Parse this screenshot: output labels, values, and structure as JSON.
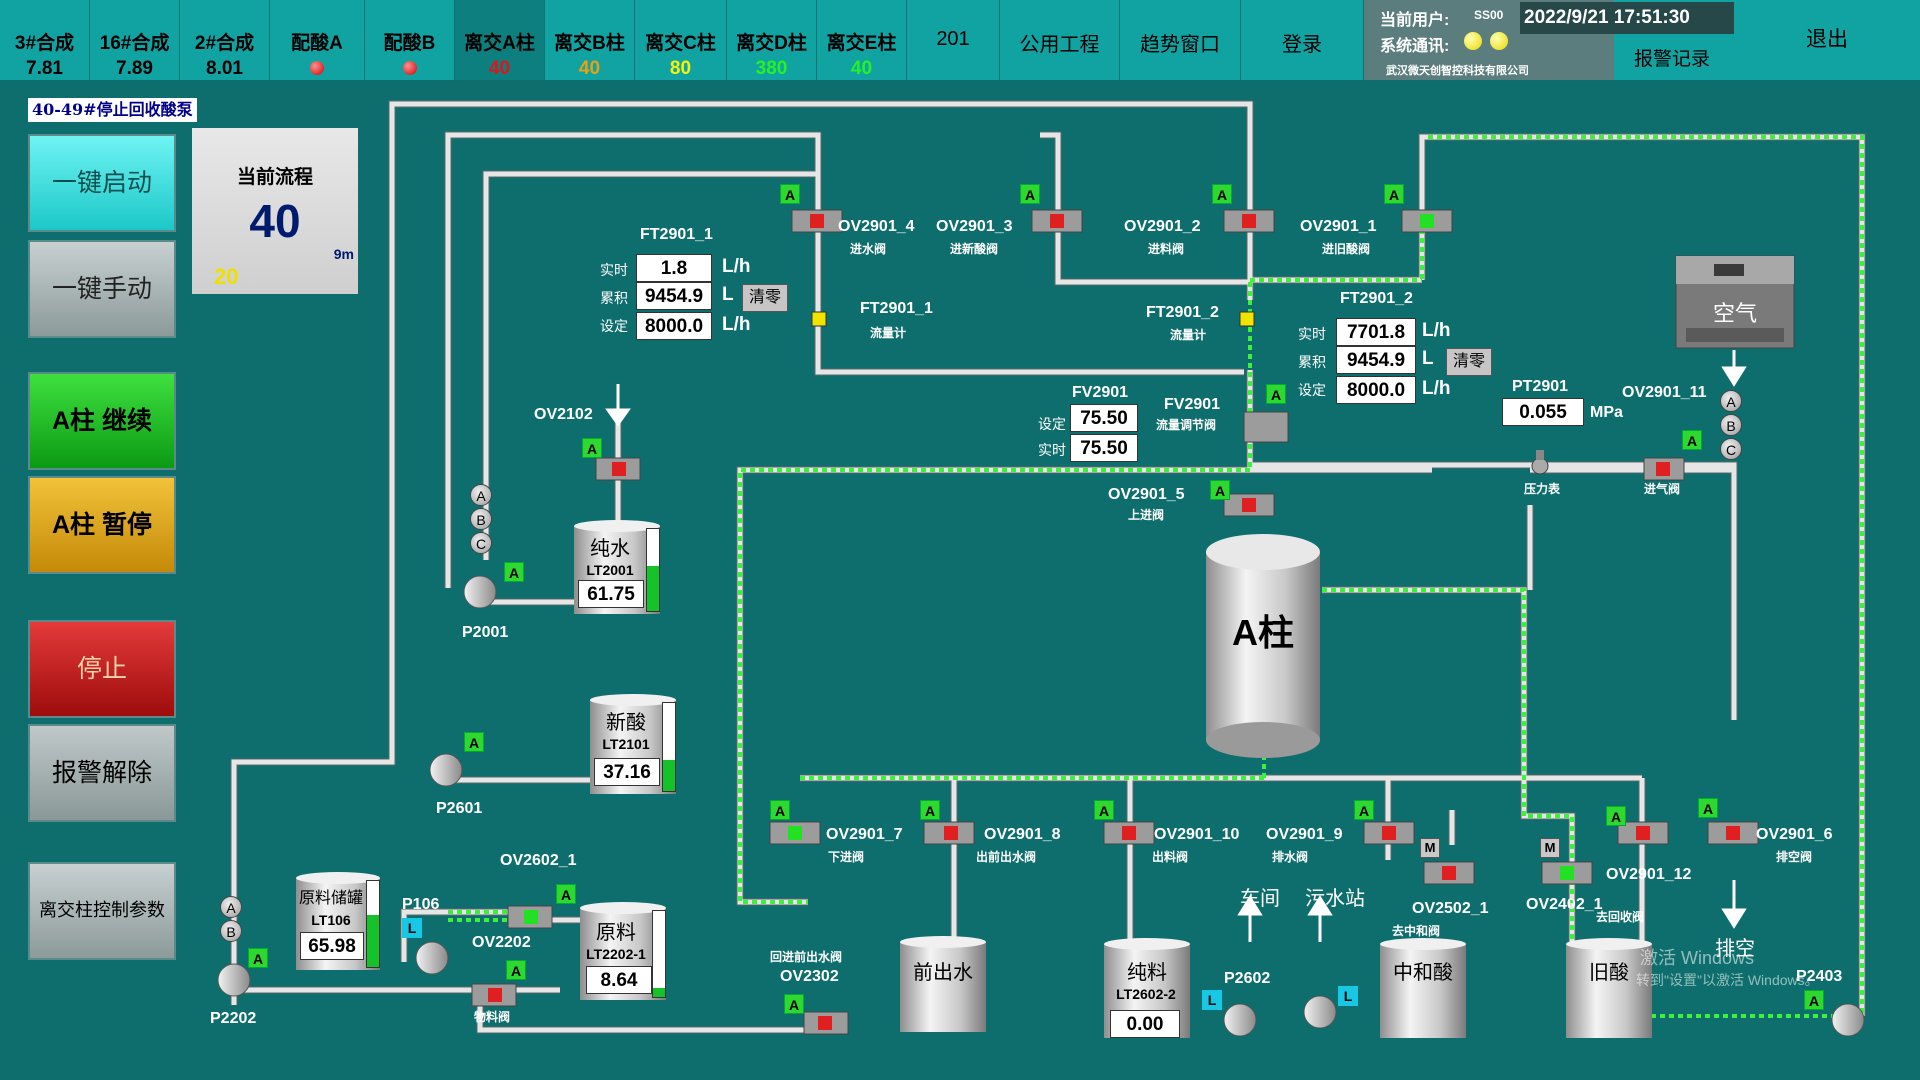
{
  "tabs": [
    {
      "label": "3#合成",
      "value": "7.81"
    },
    {
      "label": "16#合成",
      "value": "7.89"
    },
    {
      "label": "2#合成",
      "value": "8.01"
    },
    {
      "label": "配酸A"
    },
    {
      "label": "配酸B"
    },
    {
      "label": "离交A柱",
      "value": "40",
      "color": "#e0141b"
    },
    {
      "label": "离交B柱",
      "value": "40",
      "color": "#e8a112"
    },
    {
      "label": "离交C柱",
      "value": "80",
      "color": "#f2f20f"
    },
    {
      "label": "离交D柱",
      "value": "380",
      "color": "#25f225"
    },
    {
      "label": "离交E柱",
      "value": "40",
      "color": "#25f225"
    },
    {
      "label": "201"
    },
    {
      "label": "公用工程"
    },
    {
      "label": "趋势窗口"
    },
    {
      "label": "登录"
    }
  ],
  "header": {
    "user_label": "当前用户:",
    "user_value": "SS00",
    "comm_label": "系统通讯:",
    "company": "武汉微天创智控科技有限公司",
    "datetime": "2022/9/21 17:51:30",
    "alarm_record": "报警记录",
    "exit": "退出"
  },
  "status_text": "40-49#停止回收酸泵",
  "buttons": {
    "start": "一键启动",
    "manual": "一键手动",
    "continue": "A柱 继续",
    "pause": "A柱 暂停",
    "stop": "停止",
    "alarm_clear": "报警解除",
    "params": "离交柱控制参数"
  },
  "flow": {
    "title": "当前流程",
    "value": "40",
    "sub": "20",
    "corner": "9m"
  },
  "ft1": {
    "tag": "FT2901_1",
    "rows": [
      {
        "label": "实时",
        "value": "1.8",
        "unit": "L/h"
      },
      {
        "label": "累积",
        "value": "9454.9",
        "unit": "L"
      },
      {
        "label": "设定",
        "value": "8000.0",
        "unit": "L/h"
      }
    ],
    "clear": "清零",
    "meter_tag": "FT2901_1",
    "meter_name": "流量计"
  },
  "ft2": {
    "tag": "FT2901_2",
    "rows": [
      {
        "label": "实时",
        "value": "7701.8",
        "unit": "L/h"
      },
      {
        "label": "累积",
        "value": "9454.9",
        "unit": "L"
      },
      {
        "label": "设定",
        "value": "8000.0",
        "unit": "L/h"
      }
    ],
    "clear": "清零",
    "meter_tag": "FT2901_2",
    "meter_name": "流量计"
  },
  "fv": {
    "tag": "FV2901",
    "set_label": "设定",
    "set_value": "75.50",
    "real_label": "实时",
    "real_value": "75.50",
    "valve_tag": "FV2901",
    "valve_name": "流量调节阀"
  },
  "pt": {
    "tag": "PT2901",
    "value": "0.055",
    "unit": "MPa",
    "name": "压力表"
  },
  "air": {
    "label": "空气"
  },
  "column": {
    "label": "A柱"
  },
  "valves": {
    "v4": {
      "tag": "OV2901_4",
      "name": "进水阀"
    },
    "v3": {
      "tag": "OV2901_3",
      "name": "进新酸阀"
    },
    "v2": {
      "tag": "OV2901_2",
      "name": "进料阀"
    },
    "v1": {
      "tag": "OV2901_1",
      "name": "进旧酸阀"
    },
    "v5": {
      "tag": "OV2901_5",
      "name": "上进阀"
    },
    "v11": {
      "tag": "OV2901_11",
      "name": "进气阀"
    },
    "v7": {
      "tag": "OV2901_7",
      "name": "下进阀"
    },
    "v8": {
      "tag": "OV2901_8",
      "name": "出前出水阀"
    },
    "v10": {
      "tag": "OV2901_10",
      "name": "出料阀"
    },
    "v9": {
      "tag": "OV2901_9",
      "name": "排水阀"
    },
    "v6": {
      "tag": "OV2901_6",
      "name": "排空阀"
    },
    "v12": {
      "tag": "OV2901_12",
      "name": "去回收阀"
    },
    "v2502": {
      "tag": "OV2502_1",
      "name": "去中和阀"
    },
    "v2402": {
      "tag": "OV2402_1"
    },
    "v2102": {
      "tag": "OV2102"
    },
    "v2602": {
      "tag": "OV2602_1"
    },
    "v2202": {
      "tag": "OV2202",
      "name": "物料阀"
    },
    "v2302": {
      "tag": "OV2302",
      "name": "回进前出水阀"
    }
  },
  "pumps": {
    "p2001": "P2001",
    "p2601": "P2601",
    "p2202": "P2202",
    "p106": "P106",
    "p2602": "P2602",
    "p2403": "P2403"
  },
  "tanks": {
    "pure": {
      "name": "纯水",
      "tag": "LT2001",
      "value": "61.75",
      "level": 0.55
    },
    "newacid": {
      "name": "新酸",
      "tag": "LT2101",
      "value": "37.16",
      "level": 0.35
    },
    "rawstore": {
      "name": "原料储罐",
      "tag": "LT106",
      "value": "65.98",
      "level": 0.6
    },
    "raw": {
      "name": "原料",
      "tag": "LT2202-1",
      "value": "8.64",
      "level": 0.1
    },
    "front": {
      "name": "前出水"
    },
    "pure2": {
      "name": "纯料",
      "tag": "LT2602-2",
      "value": "0.00",
      "level": 0
    },
    "neutral": {
      "name": "中和酸"
    },
    "old": {
      "name": "旧酸"
    }
  },
  "dest": {
    "workshop": "车间",
    "sewage": "污水站",
    "vent": "排空"
  },
  "watermark": {
    "line1": "激活 Windows",
    "line2": "转到\"设置\"以激活 Windows。"
  },
  "badge_letters": {
    "a": "A",
    "l": "L",
    "m": "M",
    "abc": [
      "A",
      "B",
      "C"
    ]
  },
  "colors": {
    "bg": "#0d6e6d",
    "topbar": "#11a3a2",
    "flow_green": "#3cf03c",
    "pipe": "#e6e6e6"
  }
}
